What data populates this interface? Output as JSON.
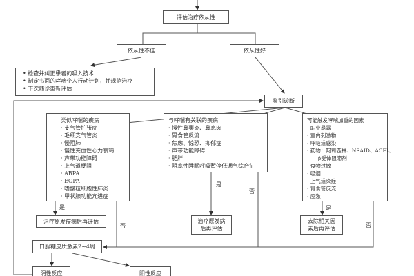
{
  "assess": "评估治疗依从性",
  "poor": "依从性不佳",
  "good": "依从性好",
  "poor_actions": [
    "• 检查并纠正患者的吸入技术",
    "• 制定书面的哮喘个人行动计划，并规范治疗",
    "• 下次随诊重新评估"
  ],
  "differential": "鉴别诊断",
  "box1": {
    "title": "类似哮喘的疾病",
    "items": [
      "· 支气管扩张症",
      "· 毛细支气管炎",
      "· 慢阻肺",
      "· 慢性充血性心力衰竭",
      "· 声带功能障碍",
      "· 上气道梗阻",
      "· ABPA",
      "· EGPA",
      "· 嗜酸粒细胞性肺炎",
      "· 甲状腺功能亢进症"
    ],
    "result": "治疗原发疾病后再评估"
  },
  "box2": {
    "title": "与哮喘有关联的疾病",
    "items": [
      "· 慢性鼻窦炎、鼻息肉",
      "· 胃食管反流",
      "· 焦虑、惊恐、抑郁症",
      "· 声带功能障碍",
      "· 肥胖",
      "· 阻塞性睡眠呼吸暂停低通气综合征"
    ],
    "result_lines": [
      "治疗原发病",
      "后再评估"
    ]
  },
  "box3": {
    "title": "可能触发哮喘加重的因素",
    "items": [
      "· 职业暴露",
      "· 室内刺激物",
      "· 呼吸道感染",
      "· 药物：阿司匹林、NSAID、ACEI、",
      "β受体阻滞剂",
      "· 食物过敏",
      "· 吸烟",
      "· 上气道炎症",
      "· 胃食管反流",
      "· 应激"
    ],
    "result_lines": [
      "去除相关因",
      "素后再评估"
    ]
  },
  "yes": "是",
  "no": "否",
  "steroid": "口服糖皮质激素2~4周",
  "negative": "阴性反应",
  "positive": "阳性反应"
}
